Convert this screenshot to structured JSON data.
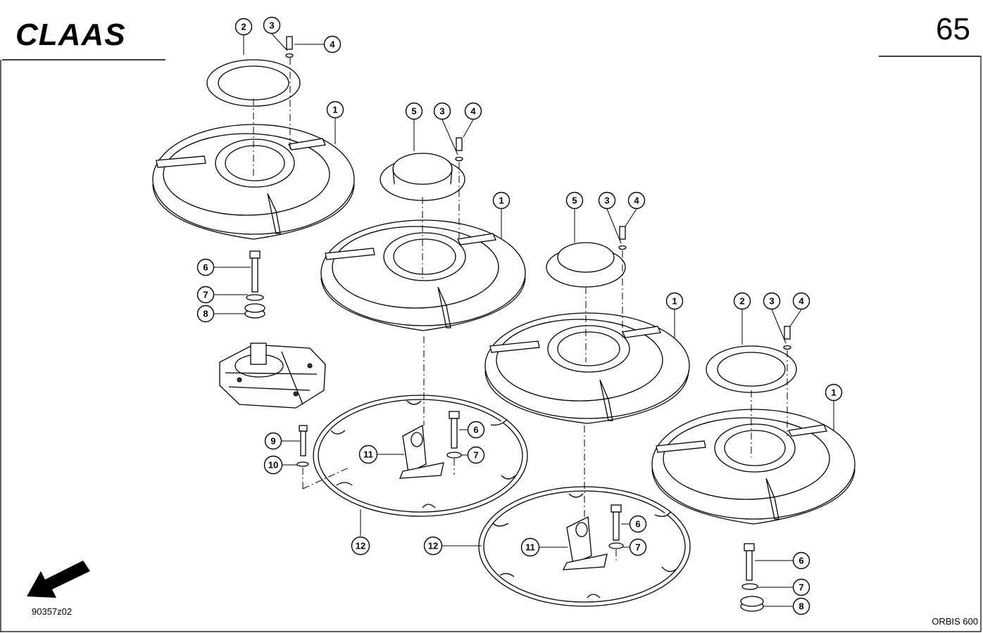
{
  "header": {
    "brand": "CLAAS",
    "page_number": "65"
  },
  "footer": {
    "drawing_id": "90357z02",
    "model": "ORBIS 600"
  },
  "callouts": [
    {
      "label": "2"
    },
    {
      "label": "3"
    },
    {
      "label": "4"
    },
    {
      "label": "1"
    },
    {
      "label": "5"
    },
    {
      "label": "3"
    },
    {
      "label": "4"
    },
    {
      "label": "1"
    },
    {
      "label": "5"
    },
    {
      "label": "3"
    },
    {
      "label": "4"
    },
    {
      "label": "1"
    },
    {
      "label": "2"
    },
    {
      "label": "3"
    },
    {
      "label": "4"
    },
    {
      "label": "1"
    },
    {
      "label": "6"
    },
    {
      "label": "7"
    },
    {
      "label": "8"
    },
    {
      "label": "9"
    },
    {
      "label": "10"
    },
    {
      "label": "11"
    },
    {
      "label": "6"
    },
    {
      "label": "7"
    },
    {
      "label": "12"
    },
    {
      "label": "12"
    },
    {
      "label": "11"
    },
    {
      "label": "6"
    },
    {
      "label": "7"
    },
    {
      "label": "6"
    },
    {
      "label": "7"
    },
    {
      "label": "8"
    }
  ]
}
